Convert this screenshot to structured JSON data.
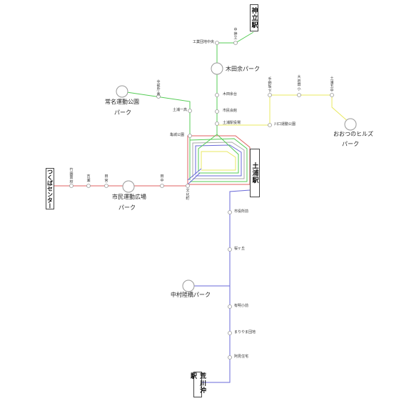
{
  "colors": {
    "green_line": "#55cc55",
    "red_line": "#e06060",
    "yellow_line": "#e8e860",
    "blue_line": "#6a6ad8",
    "gray_line": "#aaaaaa",
    "stop_fill": "#ffffff",
    "stop_stroke": "#999999"
  },
  "terminals": {
    "kandatsu": "神立駅",
    "tsuchiura": "土浦駅",
    "tsukuba": "つくばセンター",
    "arakawaoki": "荒川沖駅"
  },
  "parks": {
    "kidayo": "木田余パーク",
    "tokona": [
      "常名運動公園",
      "パーク"
    ],
    "shimin": [
      "市民運動広場",
      "パーク"
    ],
    "ootsu": [
      "おおつのヒルズ",
      "パーク"
    ],
    "nakamura": "中村陸橋パーク"
  },
  "stops": {
    "nakakandatsu": "中神立",
    "kosaikuchi": "工業団地中央",
    "kidayodai": "木田余台",
    "shiminkaikan": "市民会館",
    "shiyakusho": "土浦駅役場",
    "zensaiku": "全部庁舎",
    "tsuchiura_ichiko": "土浦一高",
    "kijo": "亀城公園",
    "tenoshita": "手野坂下",
    "ohmachi": "大岩田小",
    "tsuchiura5": "土浦五中",
    "kawaguchi": "川口運動公園",
    "tsukuba_koko": "竹園高校",
    "nishihara": "吉瀬",
    "nakacho": "田宮",
    "higashi": "田中",
    "tokuhama": "文化町",
    "shiyakusho_mae": "市役所前",
    "sakuragaoka": "桜ヶ丘",
    "ariake": "有明小前",
    "mariyama": "まりやま団地",
    "azuma": "阿見住宅"
  }
}
